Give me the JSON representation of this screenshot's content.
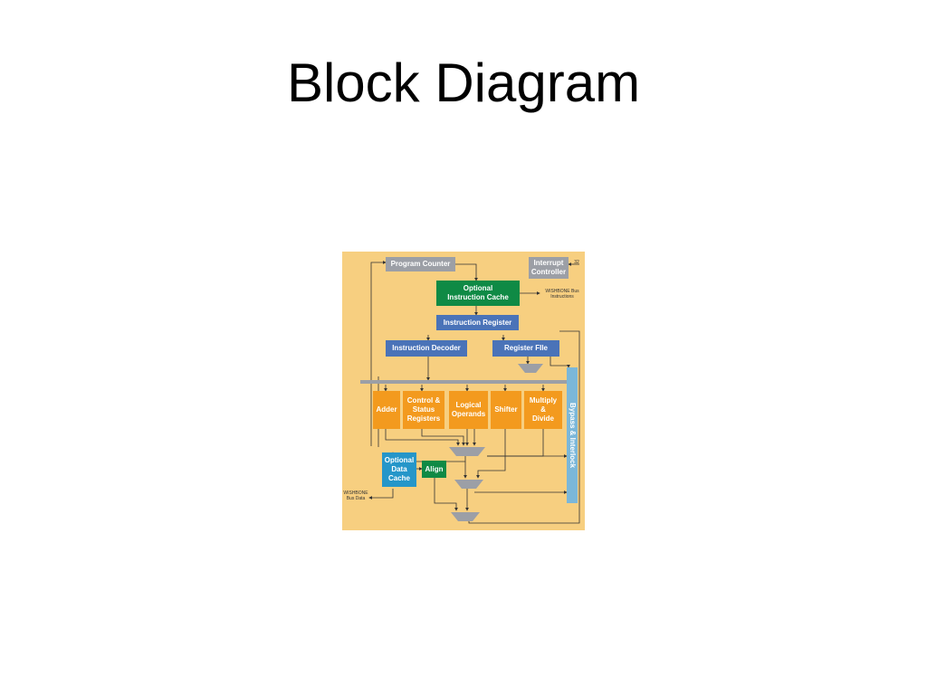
{
  "slide": {
    "title": "Block Diagram"
  },
  "diagram": {
    "blocks": {
      "program_counter": "Program Counter",
      "interrupt_controller": "Interrupt\nController",
      "optional_instruction_cache": "Optional\nInstruction Cache",
      "instruction_register": "Instruction Register",
      "instruction_decoder": "Instruction Decoder",
      "register_file": "Register FIle",
      "adder": "Adder",
      "control_status_registers": "Control &\nStatus\nRegisters",
      "logical_operands": "Logical\nOperands",
      "shifter": "Shifter",
      "multiply_divide": "Multiply\n&\nDivide",
      "bypass_interlock": "Bypass & Interlock",
      "optional_data_cache": "Optional\nData\nCache",
      "align": "Align"
    },
    "labels": {
      "interrupt_width": "32",
      "wishbone_instructions": "WISHBONE Bus\nInstructions",
      "wishbone_data": "WISHBONE\nBus Data"
    },
    "colors": {
      "background": "#f7cf80",
      "gray": "#9c9fa6",
      "green": "#0f8a45",
      "blue": "#4a73b8",
      "orange": "#f39a1e",
      "cyan": "#2596c9"
    }
  }
}
